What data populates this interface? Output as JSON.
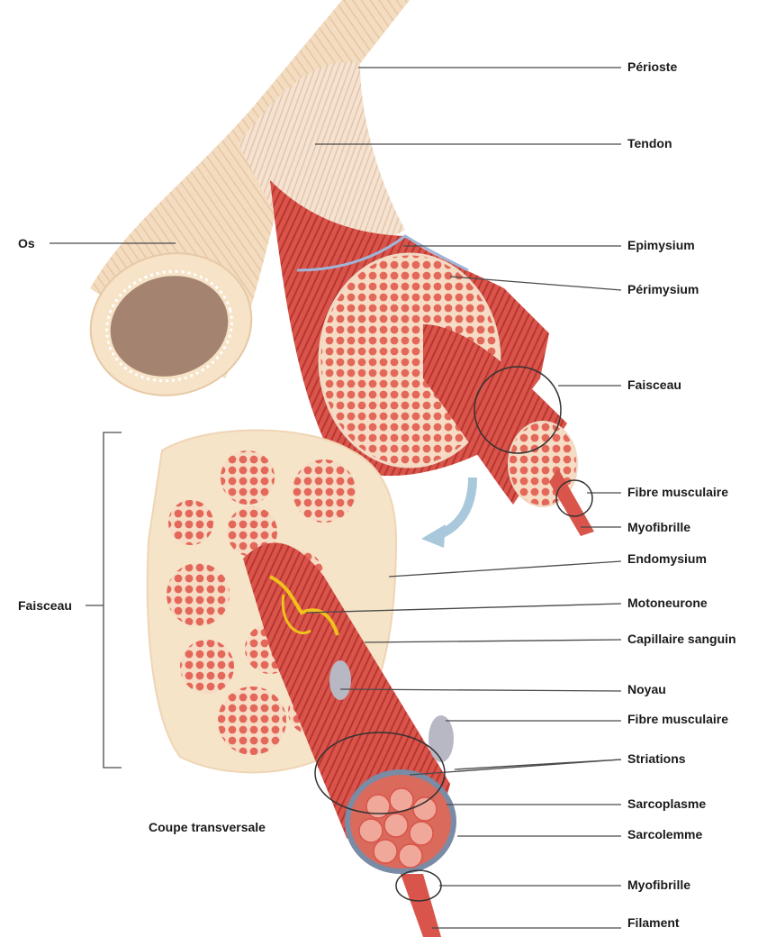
{
  "labels": {
    "perioste": "Périoste",
    "tendon": "Tendon",
    "os": "Os",
    "epimysium": "Epimysium",
    "perimysium": "Périmysium",
    "faisceau_top": "Faisceau",
    "fibre_top": "Fibre musculaire",
    "myofibrille_top": "Myofibrille",
    "endomysium": "Endomysium",
    "motoneurone": "Motoneurone",
    "capillaire": "Capillaire sanguin",
    "faisceau_left": "Faisceau",
    "noyau": "Noyau",
    "fibre_bottom": "Fibre musculaire",
    "striations": "Striations",
    "sarcoplasme": "Sarcoplasme",
    "sarcolemme": "Sarcolemme",
    "coupe": "Coupe transversale",
    "myofibrille_bottom": "Myofibrille",
    "filament": "Filament"
  },
  "colors": {
    "bone": "#f3dcc0",
    "marrow": "#9a7a66",
    "tendon": "#f5e2d0",
    "muscle": "#d9544a",
    "muscle_dark": "#b8362f",
    "cross_section_bg": "#f6e4c8",
    "fascicle_fill": "#e86a5c",
    "nerve": "#f0c21c",
    "arrow": "#9fc3d6"
  }
}
